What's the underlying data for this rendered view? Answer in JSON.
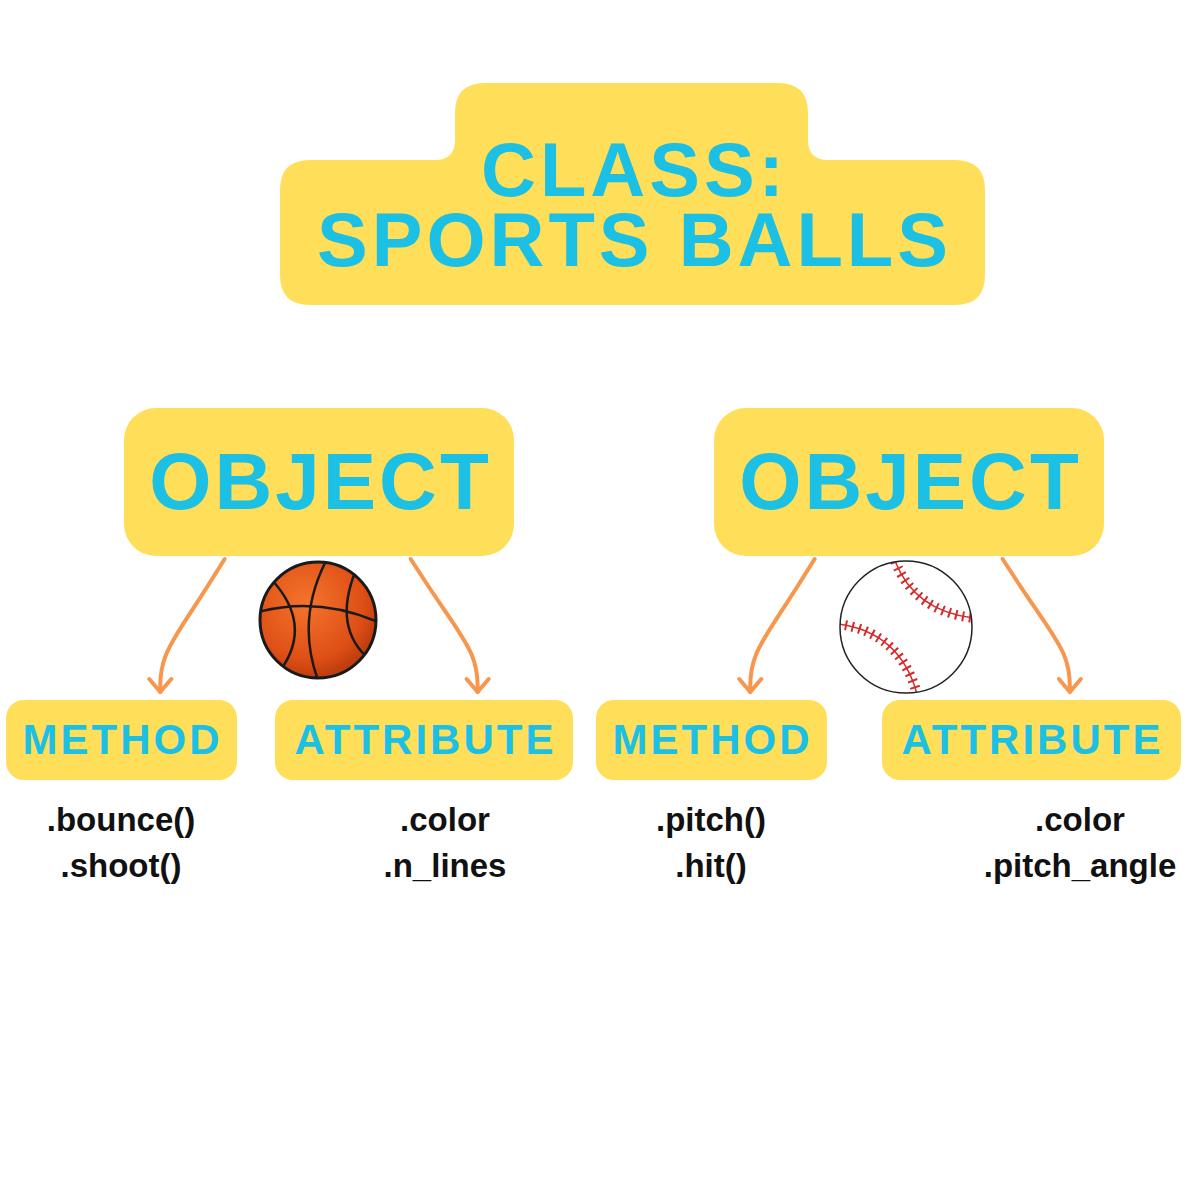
{
  "diagram": {
    "nodes": [
      {
        "text": [
          "CLASS: SPORTS BALLS"
        ]
      },
      {
        "text": [
          "OBJECT"
        ]
      },
      {
        "text": [
          "OBJECT"
        ]
      },
      {
        "text": [
          "METHOD"
        ]
      },
      {
        "text": [
          "ATTRIBUTE"
        ]
      },
      {
        "text": [
          "METHOD"
        ]
      },
      {
        "text": [
          "ATTRIBUTE"
        ]
      }
    ],
    "edges": [
      {
        "from": 1,
        "to": 3,
        "arrow": "to"
      },
      {
        "from": 1,
        "to": 4,
        "arrow": "to"
      },
      {
        "from": 2,
        "to": 5,
        "arrow": "to"
      },
      {
        "from": 2,
        "to": 6,
        "arrow": "to"
      }
    ],
    "labels": [
      ".bounce()",
      ".shoot()",
      ".color",
      ".n_lines",
      ".pitch()",
      ".hit()",
      ".color",
      ".pitch_angle"
    ]
  }
}
